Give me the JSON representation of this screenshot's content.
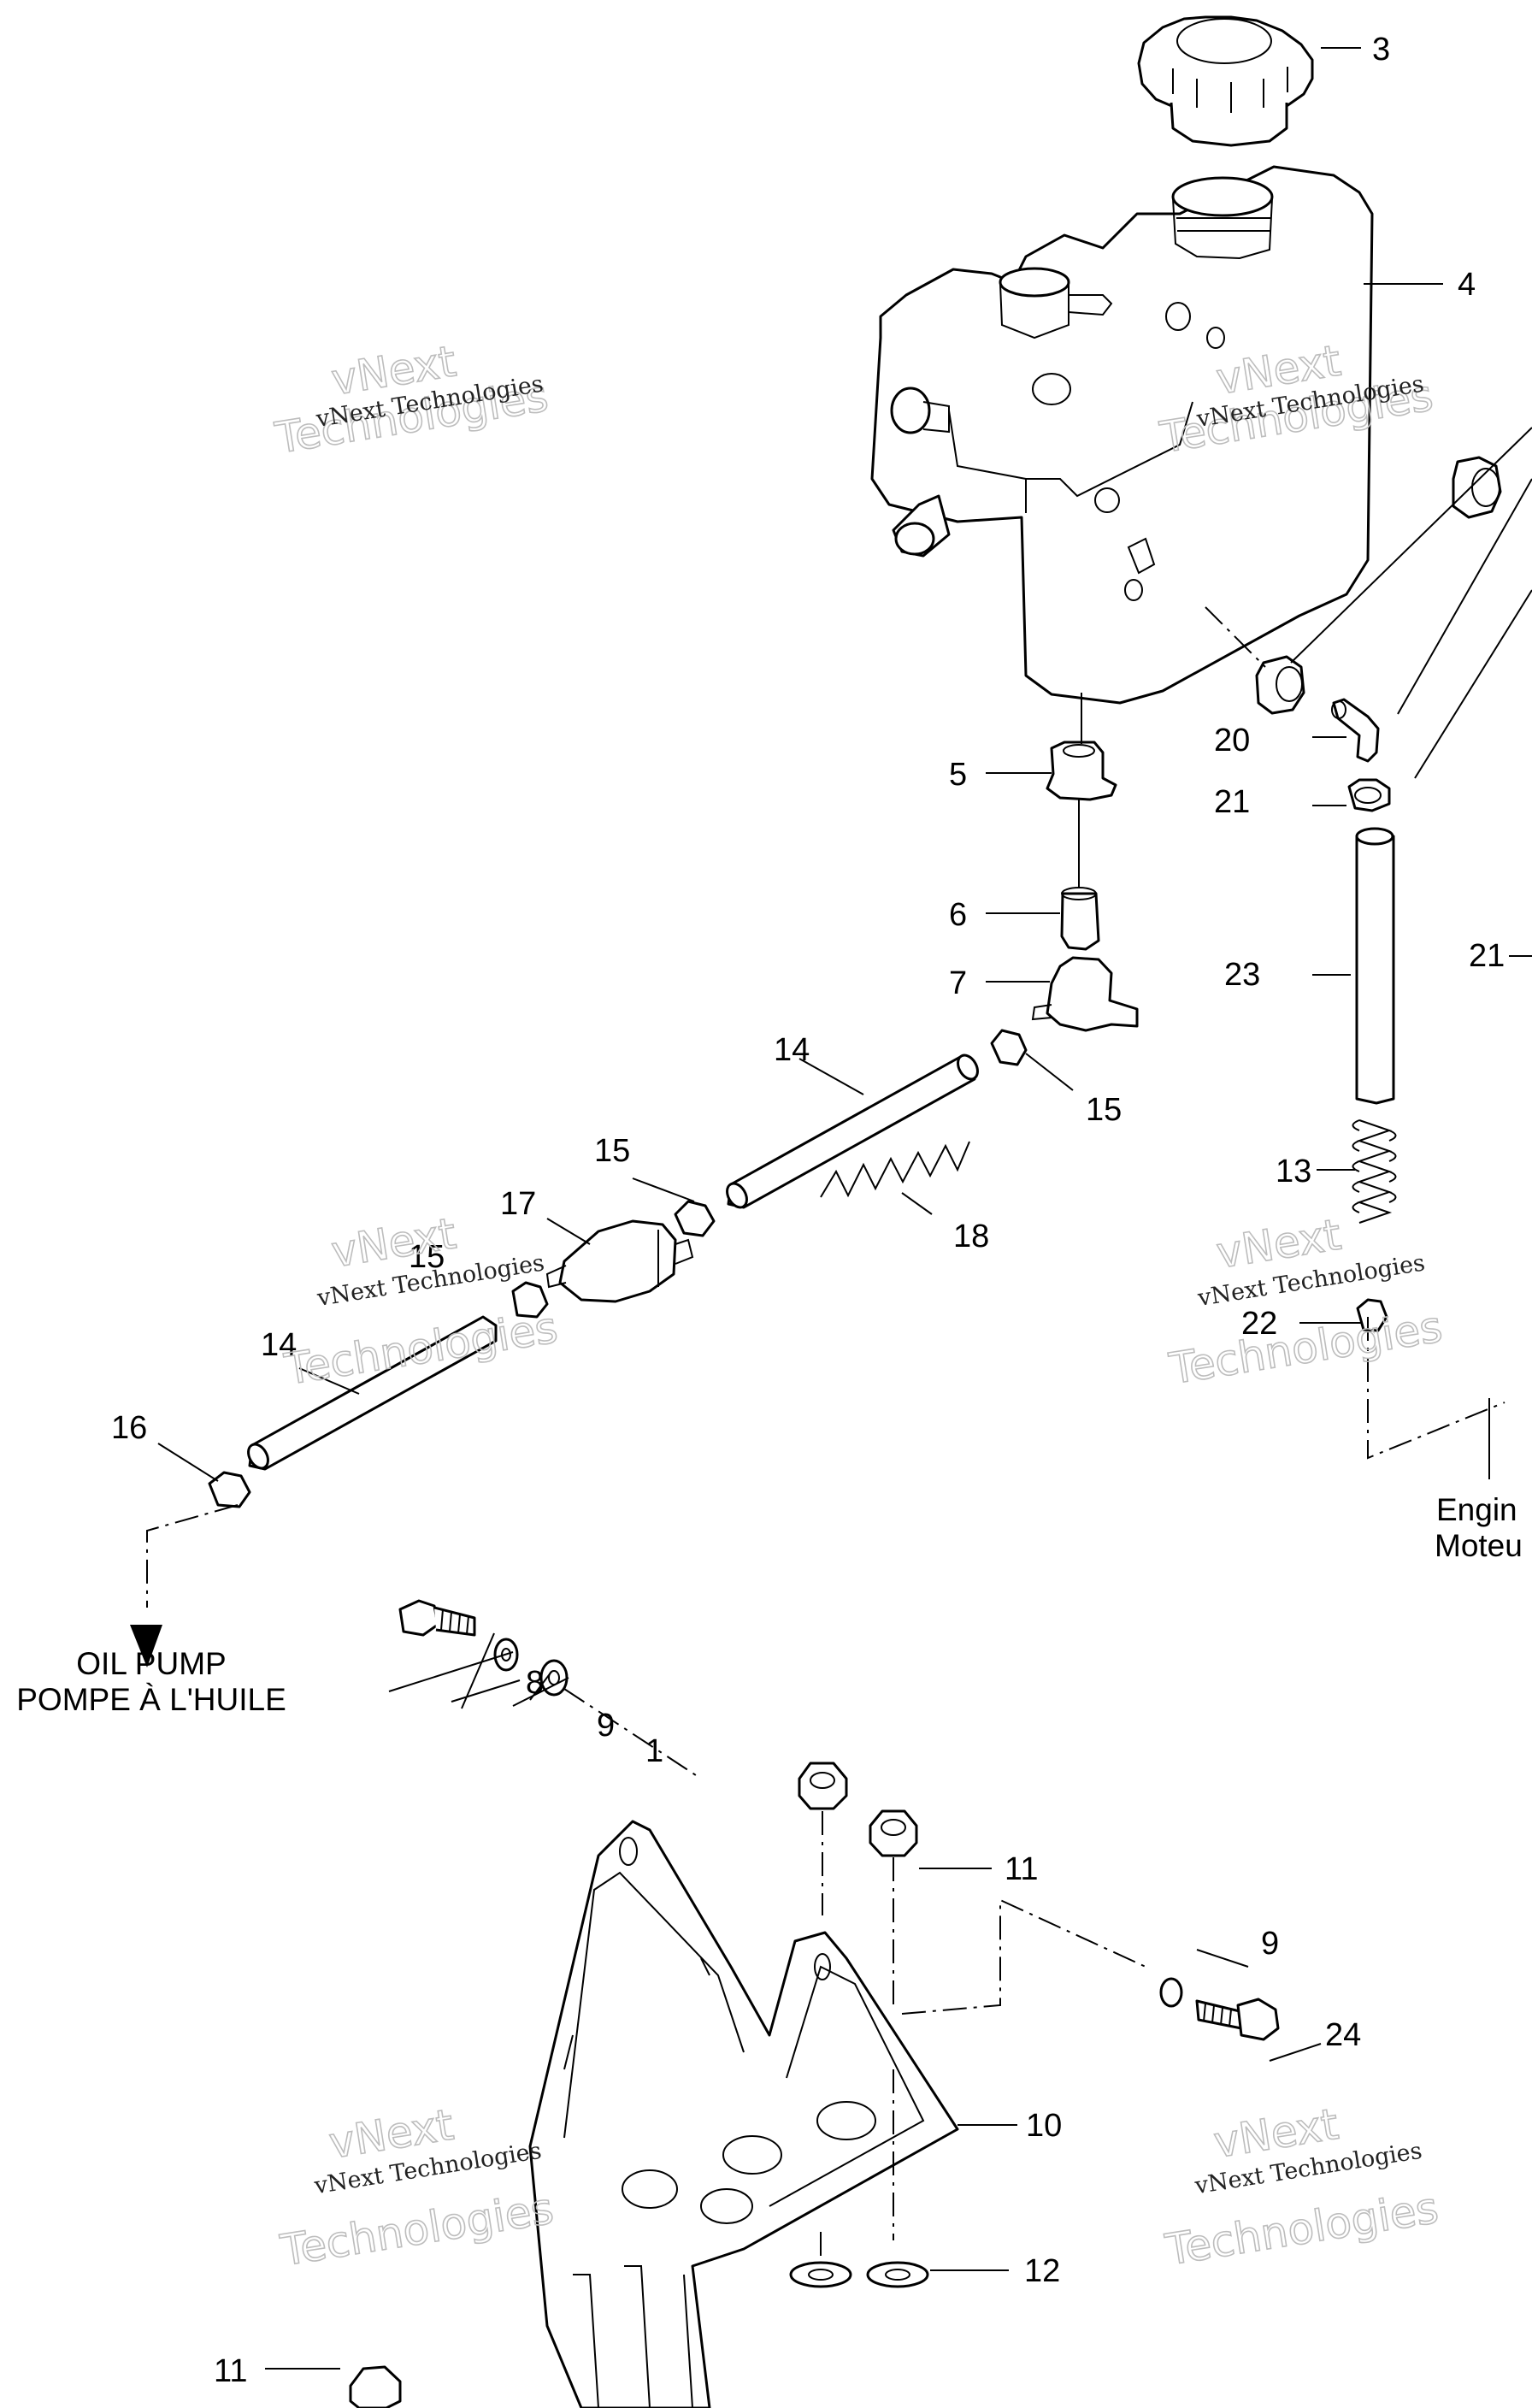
{
  "callouts": {
    "c1": "1",
    "c3": "3",
    "c4": "4",
    "c5": "5",
    "c6": "6",
    "c7": "7",
    "c8": "8",
    "c9a": "9",
    "c9b": "9",
    "c10": "10",
    "c11a": "11",
    "c11b": "11",
    "c12": "12",
    "c13": "13",
    "c14a": "14",
    "c14b": "14",
    "c15a": "15",
    "c15b": "15",
    "c15c": "15",
    "c16": "16",
    "c17": "17",
    "c18": "18",
    "c20": "20",
    "c21a": "21",
    "c21b": "21",
    "c22": "22",
    "c23": "23",
    "c24": "24"
  },
  "captions": {
    "oil_pump_en": "OIL PUMP",
    "oil_pump_fr": "POMPE À L'HUILE",
    "engine_en": "Engin",
    "engine_fr": "Moteu"
  },
  "watermarks": {
    "small": "vNext Technologies",
    "big_top": "vNext",
    "big_bottom": "Technologies"
  }
}
